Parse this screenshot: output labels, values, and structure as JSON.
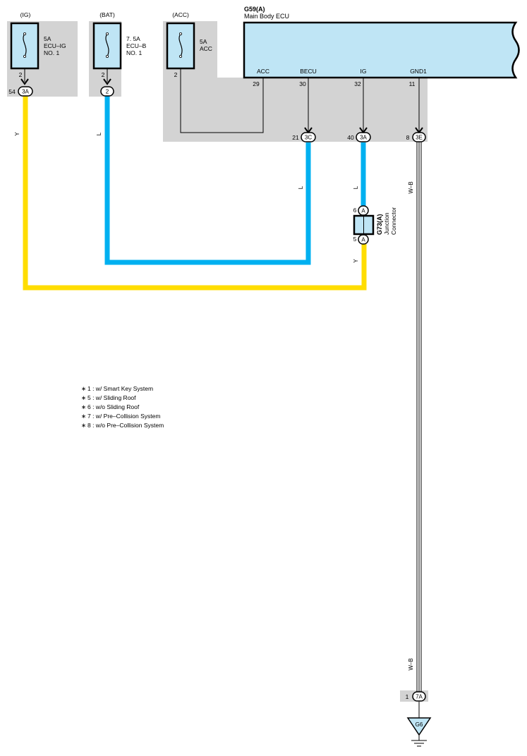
{
  "fuses": [
    {
      "source": "(IG)",
      "rating": "5A",
      "name_line1": "ECU–IG",
      "name_line2": "NO. 1",
      "pin": "2"
    },
    {
      "source": "(BAT)",
      "rating": "7. 5A",
      "name_line1": "ECU–B",
      "name_line2": "NO. 1",
      "pin": "2"
    },
    {
      "source": "(ACC)",
      "rating": "5A",
      "name_line1": "ACC",
      "pin": "2"
    }
  ],
  "ecu": {
    "code": "G59(A)",
    "name": "Main Body ECU",
    "terminals": [
      {
        "name": "ACC",
        "pin": "29"
      },
      {
        "name": "BECU",
        "pin": "30"
      },
      {
        "name": "IG",
        "pin": "32"
      },
      {
        "name": "GND1",
        "pin": "11"
      }
    ]
  },
  "connectors": {
    "ig_fuse": {
      "pin": "54",
      "code": "3A"
    },
    "bat_fuse": {
      "code": "2"
    },
    "becu": {
      "pin": "21",
      "code": "3C"
    },
    "ig": {
      "pin": "40",
      "code": "3A"
    },
    "gnd": {
      "pin": "8",
      "code": "3E"
    },
    "ground_jb": {
      "pin": "1",
      "code": "7A"
    }
  },
  "junction": {
    "code": "G73(A)",
    "name_line1": "Junction",
    "name_line2": "Connector",
    "pin_top": "6",
    "pin_bottom": "5",
    "letter": "A"
  },
  "ground": {
    "code": "G6"
  },
  "wires": {
    "y_left": "Y",
    "l_left": "L",
    "l_becu": "L",
    "l_ig": "L",
    "y_junction": "Y",
    "wb_top": "W–B",
    "wb_bottom": "W–B"
  },
  "colors": {
    "yellow_wire": "#FFDD00",
    "blue_wire": "#00B0F0",
    "ecu_fill": "#BFE5F5",
    "panel_fill": "#D3D3D3"
  },
  "notes": [
    {
      "mark": "∗",
      "text": "1 : w/ Smart Key System"
    },
    {
      "mark": "∗",
      "text": "5 : w/ Sliding Roof"
    },
    {
      "mark": "∗",
      "text": "6 : w/o Sliding Roof"
    },
    {
      "mark": "∗",
      "text": "7 : w/ Pre–Collision System"
    },
    {
      "mark": "∗",
      "text": "8 : w/o Pre–Collision System"
    }
  ]
}
